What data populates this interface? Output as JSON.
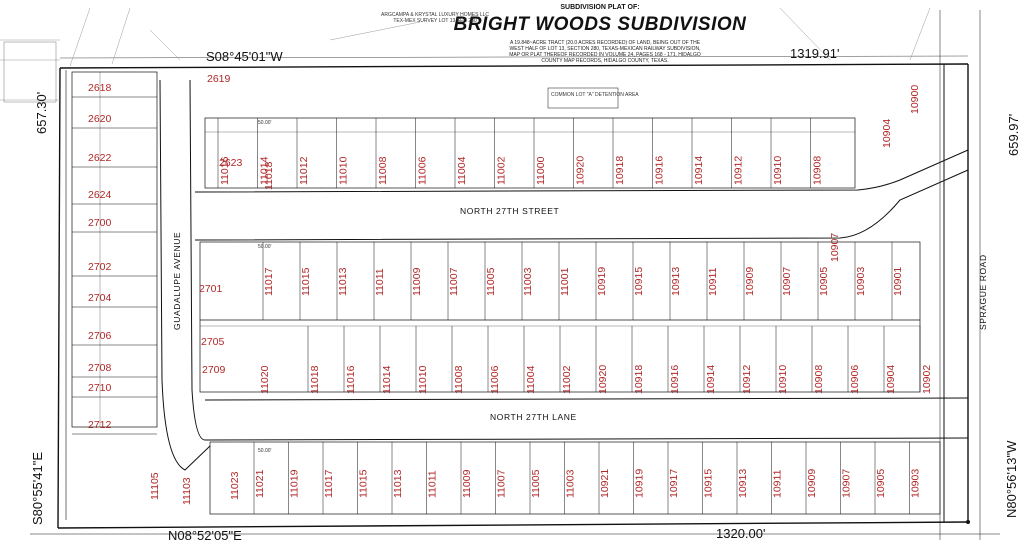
{
  "header": {
    "subtitle": "SUBDIVISION PLAT OF:",
    "title": "BRIGHT WOODS SUBDIVISION",
    "description": "A 19.848~ACRE TRACT (20.0 ACRES RECORDED) OF LAND, BEING OUT OF THE WEST HALF OF LOT 13, SECTION 280, TEXAS-MEXICAN RAILWAY SUBDIVISION, MAP OR PLAT THEREOF RECORDED IN VOLUME 24, PAGES 168 - 171, HIDALGO COUNTY MAP RECORDS, HIDALGO COUNTY, TEXAS.",
    "owner_note": "ARGCAMPA & KRYSTAL LUXURY HOMES LLC TEX-MEX SURVEY LOT 13 SEC 280"
  },
  "boundary": {
    "north_bearing": "S08°45'01\"W",
    "north_distance": "1319.91'",
    "south_bearing": "N08°52'05\"E",
    "south_distance": "1320.00'",
    "west_bearing": "S80°55'41\"E",
    "west_distance": "657.30'",
    "east_bearing": "N80°56'13\"W",
    "east_distance": "659.97'"
  },
  "streets": {
    "north_27th_street": "NORTH 27TH STREET",
    "north_27th_lane": "NORTH 27TH LANE",
    "guadalupe": "GUADALUPE AVENUE",
    "sprague": "SPRAGUE ROAD"
  },
  "notes": {
    "common_lot": "COMMON LOT \"A\" DETENTION AREA",
    "lot_width": "50.00'"
  },
  "lots": {
    "row1_lots": [
      "11016",
      "11014",
      "11012",
      "11010",
      "11008",
      "11006",
      "11004",
      "11002",
      "11000",
      "10920",
      "10918",
      "10916",
      "10914",
      "10912",
      "10910",
      "10908"
    ],
    "row2_lots": [
      "11017",
      "11015",
      "11013",
      "11011",
      "11009",
      "11007",
      "11005",
      "11003",
      "11001",
      "10919",
      "10915",
      "10913",
      "10911",
      "10909",
      "10907",
      "10905",
      "10903",
      "10901"
    ],
    "row3_lots": [
      "11018",
      "11016",
      "11014",
      "11010",
      "11008",
      "11006",
      "11004",
      "11002",
      "10920",
      "10918",
      "10916",
      "10914",
      "10912",
      "10910",
      "10908",
      "10906",
      "10904",
      "10902"
    ],
    "row4_lots": [
      "11021",
      "11019",
      "11017",
      "11015",
      "11013",
      "11011",
      "11009",
      "11007",
      "11005",
      "11003",
      "10921",
      "10919",
      "10917",
      "10915",
      "10913",
      "10911",
      "10909",
      "10907",
      "10905",
      "10903"
    ],
    "west_lots": [
      "2618",
      "2620",
      "2622",
      "2624",
      "2700",
      "2702",
      "2704",
      "2706",
      "2708",
      "2710",
      "2712"
    ],
    "mid_lots": [
      "2619",
      "2623",
      "2701",
      "2705",
      "2709"
    ],
    "misc_lots": [
      "11018",
      "11020",
      "11023",
      "11103",
      "11105",
      "10900",
      "10904",
      "10907"
    ]
  }
}
